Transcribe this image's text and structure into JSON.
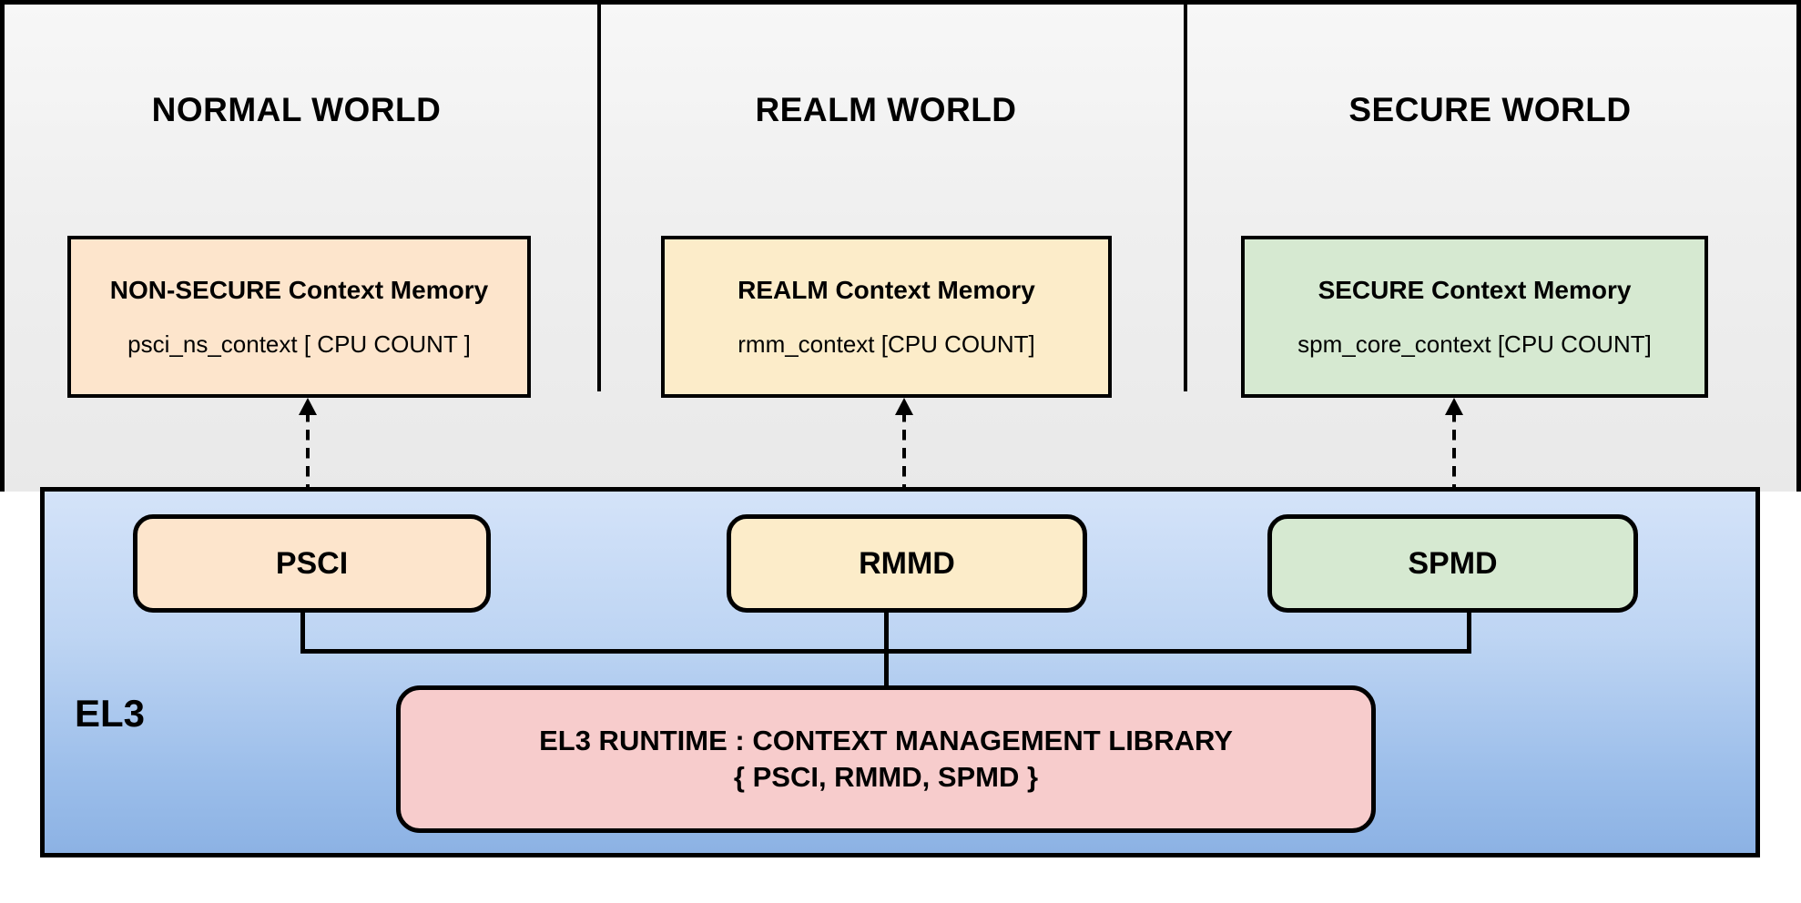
{
  "diagram": {
    "worlds": [
      {
        "title": "NORMAL WORLD",
        "context_box": {
          "title": "NON-SECURE Context Memory",
          "subtitle": "psci_ns_context  [ CPU COUNT ]",
          "color": "#fde5cc"
        },
        "service": {
          "label": "PSCI",
          "color": "#fde5cc"
        }
      },
      {
        "title": "REALM WORLD",
        "context_box": {
          "title": "REALM Context Memory",
          "subtitle": "rmm_context [CPU COUNT]",
          "color": "#fcecc9"
        },
        "service": {
          "label": "RMMD",
          "color": "#fcecc9"
        }
      },
      {
        "title": "SECURE WORLD",
        "context_box": {
          "title": "SECURE Context Memory",
          "subtitle": "spm_core_context  [CPU COUNT]",
          "color": "#d6e9d1"
        },
        "service": {
          "label": "SPMD",
          "color": "#d6e9d1"
        }
      }
    ],
    "el3": {
      "label": "EL3",
      "panel_color_top": "#d4e3f9",
      "panel_color_bottom": "#8cb2e4",
      "runtime": {
        "line1": "EL3 RUNTIME : CONTEXT MANAGEMENT LIBRARY",
        "line2": "{ PSCI, RMMD, SPMD }",
        "color": "#f7cccc"
      }
    }
  }
}
